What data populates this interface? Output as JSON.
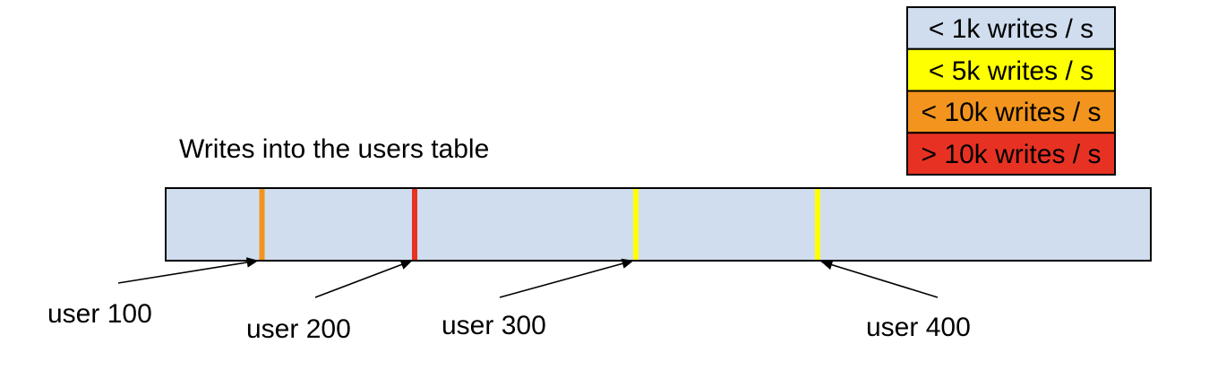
{
  "diagram": {
    "title": "Writes into the users table",
    "colors": {
      "table_fill": "#cfddee",
      "border": "#000000",
      "arrow": "#000000"
    },
    "table": {
      "stripes": [
        {
          "color": "#f2941d"
        },
        {
          "color": "#e73223"
        },
        {
          "color": "#feff00"
        },
        {
          "color": "#feff00"
        }
      ]
    },
    "callouts": [
      {
        "text": "user 100"
      },
      {
        "text": "user 200"
      },
      {
        "text": "user 300"
      },
      {
        "text": "user 400"
      }
    ],
    "legend": {
      "items": [
        {
          "label": "< 1k writes / s",
          "color": "#cfddee"
        },
        {
          "label": "< 5k writes / s",
          "color": "#feff00"
        },
        {
          "label": "< 10k writes / s",
          "color": "#f2941d"
        },
        {
          "label": "> 10k writes / s",
          "color": "#e73223"
        }
      ]
    }
  }
}
